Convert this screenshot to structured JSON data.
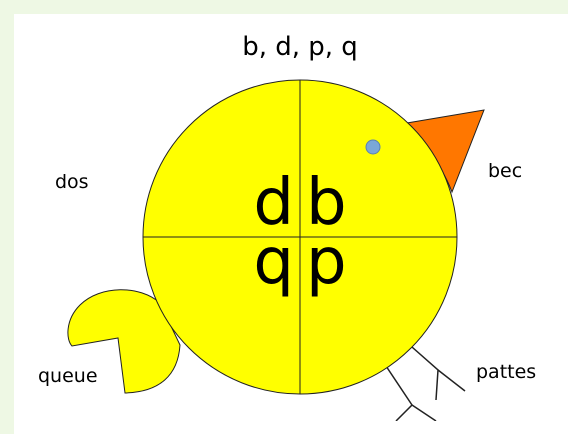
{
  "title": "b, d, p, q",
  "labels": {
    "back": "dos",
    "beak": "bec",
    "tail": "queue",
    "legs": "pattes"
  },
  "letters": {
    "top_left": "d",
    "top_right": "b",
    "bottom_left": "q",
    "bottom_right": "p"
  },
  "colors": {
    "body": "#ffff00",
    "beak": "#ff7700",
    "eye": "#7aa7d8",
    "background": "#eef8e4"
  }
}
